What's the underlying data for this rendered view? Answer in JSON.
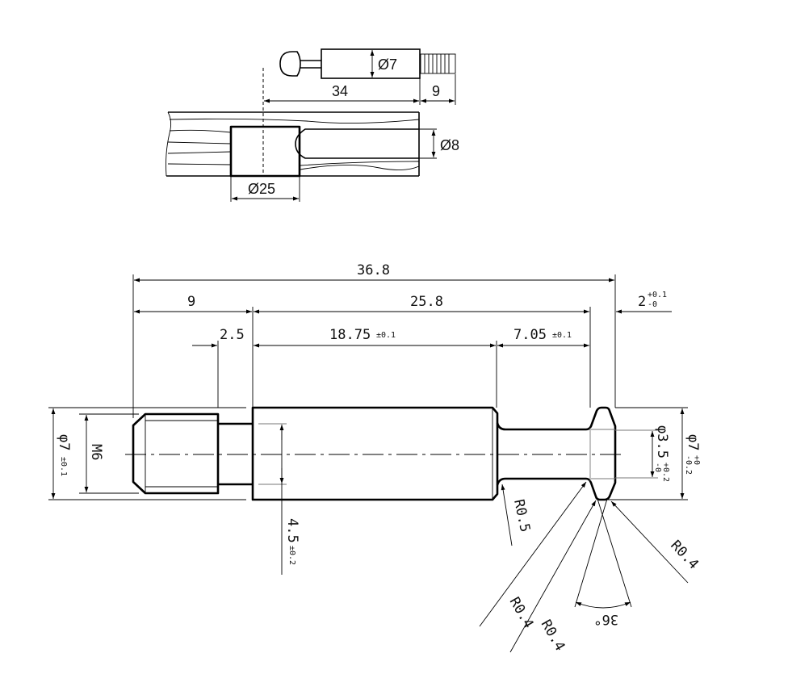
{
  "assembly": {
    "bolt_diameter": "Ø7",
    "bolt_length": "34",
    "thread_length": "9",
    "hole_diameter": "Ø8",
    "cam_diameter": "Ø25"
  },
  "part": {
    "overall_length": "36.8",
    "thread_length": "9",
    "shank_length": "25.8",
    "head_width": "2",
    "head_width_tol_upper": "+0.1",
    "head_width_tol_lower": "-0",
    "neck_length": "2.5",
    "body_length": "18.75",
    "body_length_tol": "±0.1",
    "groove_length": "7.05",
    "groove_length_tol": "±0.1",
    "outer_diameter": "φ7",
    "outer_diameter_tol": "±0.1",
    "thread_size": "M6",
    "neck_diameter": "4.5",
    "neck_diameter_tol": "±0.2",
    "groove_diameter": "φ3.5",
    "groove_diameter_tol_upper": "+0.2",
    "groove_diameter_tol_lower": "-0",
    "head_diameter": "φ7",
    "head_diameter_tol_upper": "+0",
    "head_diameter_tol_lower": "-0.2",
    "fillet_body": "R0.5",
    "fillet_head_1": "R0.4",
    "fillet_head_2": "R0.4",
    "fillet_head_3": "R0.4",
    "head_angle": "36°"
  }
}
